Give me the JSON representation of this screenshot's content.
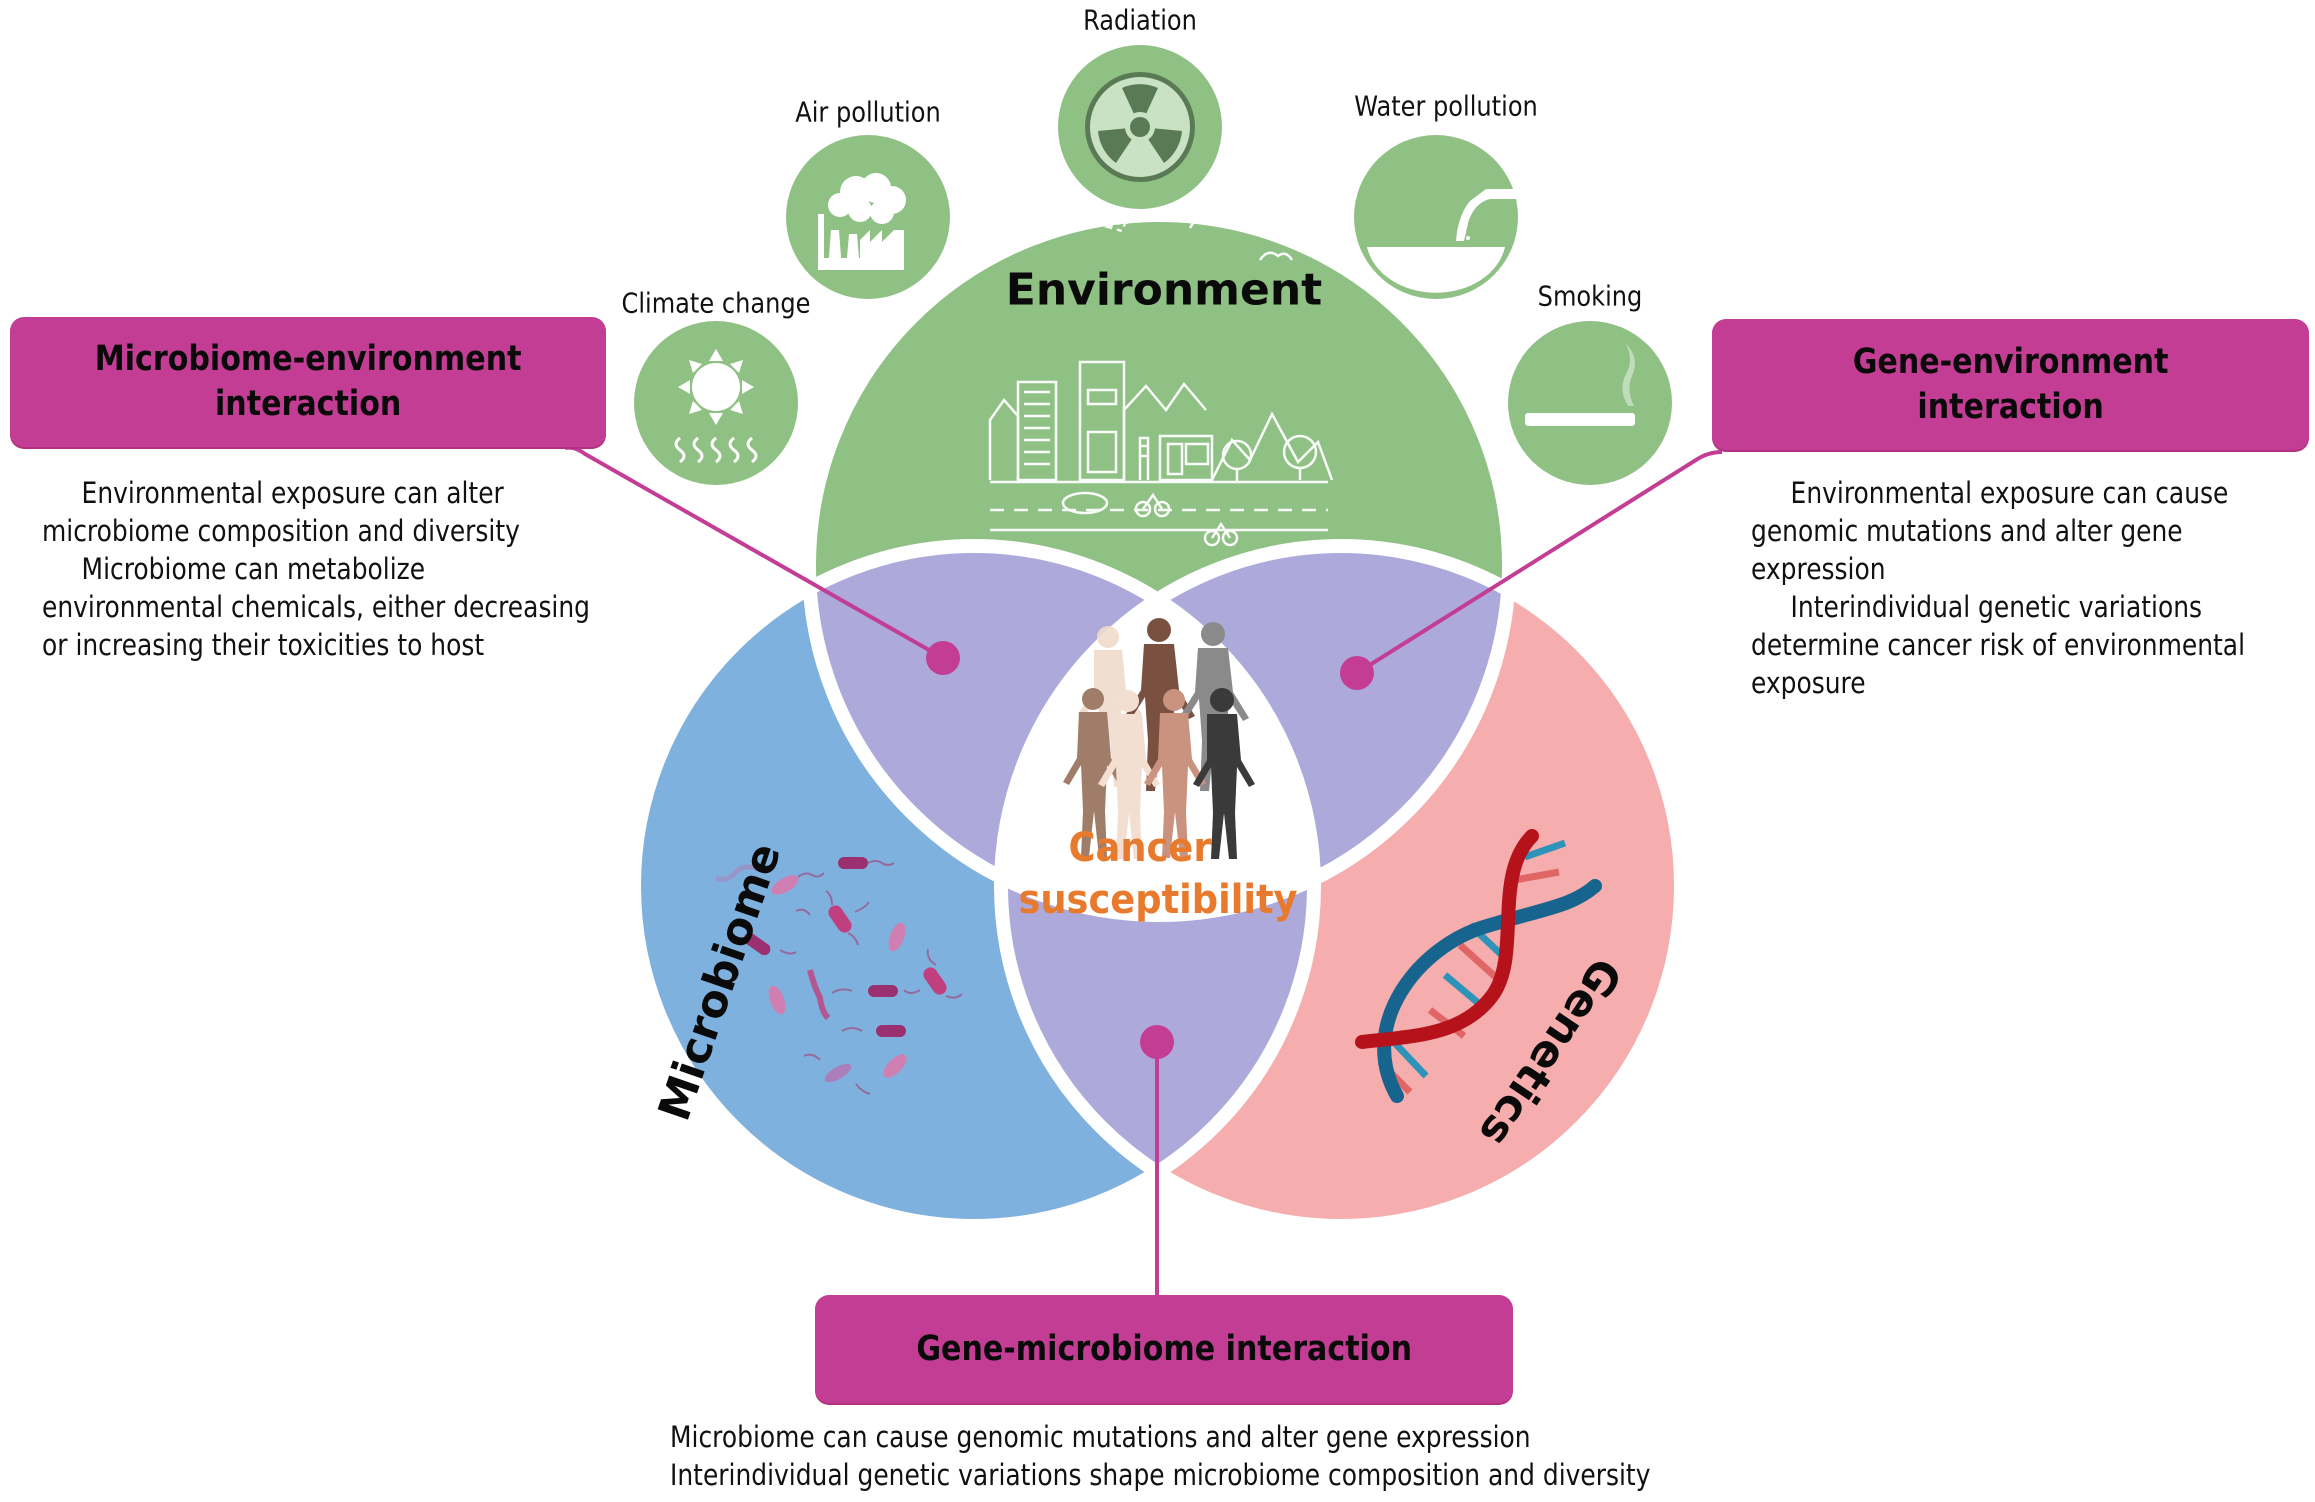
{
  "title": "Cancer susceptibility: environment, microbiome and genetics interactions",
  "colors": {
    "environment": "#8FC084",
    "microbiome": "#7FB1DF",
    "genetics": "#F5ADAD",
    "overlap": "#ADAADB",
    "interaction": "#C43D94",
    "center_text": "#E87A2E",
    "icon_dark": "#5A7A55",
    "icon_light": "#C9E2C3"
  },
  "circles": {
    "environment": "Environment",
    "microbiome": "Microbiome",
    "genetics": "Genetics"
  },
  "center": {
    "line1": "Cancer",
    "line2": "susceptibility",
    "people_icon": "diverse-people-icon"
  },
  "exposures": [
    {
      "label": "Climate change",
      "icon": "sun-heat-icon"
    },
    {
      "label": "Air pollution",
      "icon": "factory-smoke-icon"
    },
    {
      "label": "Radiation",
      "icon": "radiation-icon"
    },
    {
      "label": "Water pollution",
      "icon": "sewage-pipe-icon"
    },
    {
      "label": "Smoking",
      "icon": "cigarette-icon"
    }
  ],
  "interactions": {
    "microbiome_environment": {
      "title": "Microbiome-environment\ninteraction",
      "points": [
        [
          "Environmental exposure can alter",
          "microbiome composition and diversity"
        ],
        [
          "Microbiome can metabolize",
          "environmental chemicals, either decreasing",
          "or increasing their toxicities to host"
        ]
      ]
    },
    "gene_environment": {
      "title": "Gene-environment\ninteraction",
      "points": [
        [
          "Environmental exposure can cause",
          "genomic mutations and alter gene",
          "expression"
        ],
        [
          "Interindividual genetic variations",
          "determine cancer risk of environmental",
          "exposure"
        ]
      ]
    },
    "gene_microbiome": {
      "title": "Gene-microbiome interaction",
      "points": [
        [
          "Microbiome can cause genomic mutations and alter gene expression"
        ],
        [
          "Interindividual genetic variations shape microbiome composition and diversity"
        ]
      ]
    }
  }
}
